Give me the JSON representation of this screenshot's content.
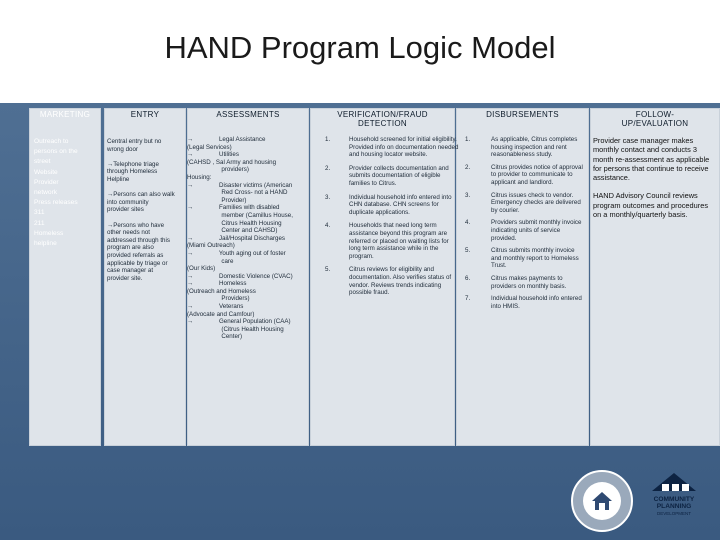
{
  "title": "HAND Program Logic Model",
  "columns": {
    "marketing": {
      "header": "MARKETING",
      "lines": [
        "Outreach to",
        "persons on the",
        "street",
        "Website",
        "Provider",
        "network",
        "Press releases",
        "311",
        "211",
        "Homeless",
        "helpline"
      ]
    },
    "entry": {
      "header": "ENTRY",
      "lines": [
        "Central entry but no",
        "wrong door",
        "",
        "→Telephone triage",
        "through Homeless",
        "Helpline",
        "",
        "→Persons can also walk",
        "into community",
        "provider sites",
        "",
        "→Persons who have",
        "other needs not",
        "addressed through this",
        "program are also",
        "provided referrals as",
        "applicable by triage or",
        "case manager at",
        "provider site."
      ]
    },
    "assessments": {
      "header": "ASSESSMENTS",
      "lines": [
        "→               Legal Assistance",
        "(Legal Services)",
        "→               Utilities",
        "(CAHSD , Sal Army and housing",
        "                    providers)",
        "Housing:",
        "→               Disaster victims (American",
        "                    Red Cross- not a HAND",
        "                    Provider)",
        "→               Families with disabled",
        "                    member (Camillus House,",
        "                    Citrus Health Housing",
        "                    Center and CAHSD)",
        "→               Jail/Hospital Discharges",
        "(Miami Outreach)",
        "→               Youth aging out of foster",
        "                    care",
        "(Our Kids)",
        "→               Domestic Violence (CVAC)",
        "→               Homeless",
        "(Outreach and Homeless",
        "                    Providers)",
        "→               Veterans",
        "(Advocate and Camfour)",
        "→               General Population (CAA)",
        "                    (Citrus Health Housing",
        "                    Center)"
      ]
    },
    "verification": {
      "header_line1": "VERIFICATION/FRAUD",
      "header_line2": "DETECTION",
      "items": [
        {
          "n": "1.",
          "text": "Household screened for initial eligibility. Provided info on documentation needed and housing locator website."
        },
        {
          "n": "2.",
          "text": "Provider collects documentation and submits documentation of eligible families to Citrus."
        },
        {
          "n": "3.",
          "text": "Individual household info entered into CHN database. CHN screens for duplicate applications."
        },
        {
          "n": "4.",
          "text": "Households that need long term assistance beyond this program are referred or placed on waiting lists for long term assistance while in the program."
        },
        {
          "n": "5.",
          "text": "Citrus reviews for eligibility and documentation. Also verifies status of vendor. Reviews trends indicating possible fraud."
        }
      ]
    },
    "disbursements": {
      "header": "DISBURSEMENTS",
      "items": [
        {
          "n": "1.",
          "text": "As applicable, Citrus completes housing inspection and rent reasonableness study."
        },
        {
          "n": "2.",
          "text": "Citrus provides notice of approval to provider to communicate to applicant and landlord."
        },
        {
          "n": "3.",
          "text": "Citrus issues check to vendor. Emergency checks are delivered by courier."
        },
        {
          "n": "4.",
          "text": "Providers submit monthly invoice indicating units of service provided."
        },
        {
          "n": "5.",
          "text": "Citrus submits monthly invoice and monthly report to Homeless Trust."
        },
        {
          "n": "6.",
          "text": "Citrus makes payments to providers on monthly basis."
        },
        {
          "n": "7.",
          "text": "Individual household info entered into HMIS."
        }
      ]
    },
    "followup": {
      "header_line1": "FOLLOW-",
      "header_line2": "UP/EVALUATION",
      "para1": "Provider case manager makes monthly contact and conducts 3 month re-assessment as applicable for persons that continue to receive assistance.",
      "para2": "HAND Advisory Council reviews program outcomes and procedures on a monthly/quarterly basis."
    }
  },
  "logo": {
    "line1": "COMMUNITY",
    "line2": "PLANNING",
    "line3": "DEVELOPMENT"
  },
  "colors": {
    "band": "#45668c",
    "box": "#dfe4ea"
  }
}
